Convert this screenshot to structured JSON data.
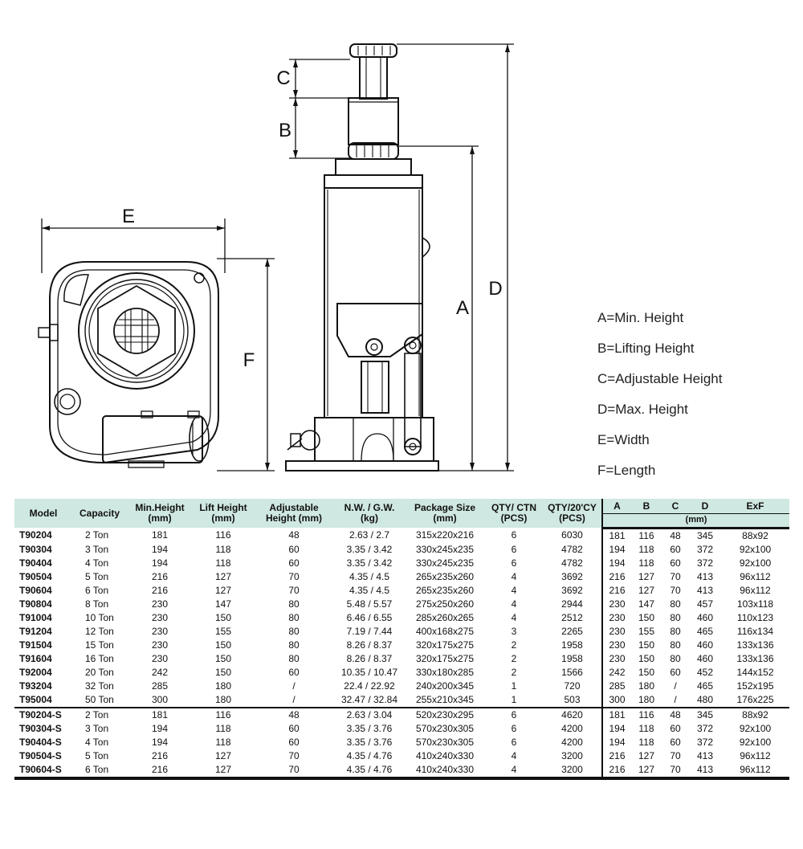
{
  "diagram": {
    "labels": {
      "A": "A",
      "B": "B",
      "C": "C",
      "D": "D",
      "E": "E",
      "F": "F"
    }
  },
  "legend": [
    "A=Min. Height",
    "B=Lifting Height",
    "C=Adjustable Height",
    "D=Max. Height",
    "E=Width",
    "F=Length"
  ],
  "table": {
    "headers": {
      "model": "Model",
      "capacity": "Capacity",
      "min_height": [
        "Min.Height",
        "(mm)"
      ],
      "lift_height": [
        "Lift Height",
        "(mm)"
      ],
      "adjustable": [
        "Adjustable",
        "Height (mm)"
      ],
      "weight": [
        "N.W. / G.W.",
        "(kg)"
      ],
      "package": [
        "Package Size",
        "(mm)"
      ],
      "qty_ctn": [
        "QTY/ CTN",
        "(PCS)"
      ],
      "qty_cy": [
        "QTY/20'CY",
        "(PCS)"
      ],
      "A": "A",
      "B": "B",
      "C": "C",
      "D": "D",
      "ExF": "ExF",
      "mm": "(mm)"
    },
    "groups": [
      [
        [
          "T90204",
          "2 Ton",
          "181",
          "116",
          "48",
          "2.63 / 2.7",
          "315x220x216",
          "6",
          "6030",
          "181",
          "116",
          "48",
          "345",
          "88x92"
        ],
        [
          "T90304",
          "3 Ton",
          "194",
          "118",
          "60",
          "3.35 / 3.42",
          "330x245x235",
          "6",
          "4782",
          "194",
          "118",
          "60",
          "372",
          "92x100"
        ],
        [
          "T90404",
          "4 Ton",
          "194",
          "118",
          "60",
          "3.35 / 3.42",
          "330x245x235",
          "6",
          "4782",
          "194",
          "118",
          "60",
          "372",
          "92x100"
        ],
        [
          "T90504",
          "5 Ton",
          "216",
          "127",
          "70",
          "4.35 / 4.5",
          "265x235x260",
          "4",
          "3692",
          "216",
          "127",
          "70",
          "413",
          "96x112"
        ],
        [
          "T90604",
          "6 Ton",
          "216",
          "127",
          "70",
          "4.35 / 4.5",
          "265x235x260",
          "4",
          "3692",
          "216",
          "127",
          "70",
          "413",
          "96x112"
        ],
        [
          "T90804",
          "8 Ton",
          "230",
          "147",
          "80",
          "5.48 / 5.57",
          "275x250x260",
          "4",
          "2944",
          "230",
          "147",
          "80",
          "457",
          "103x118"
        ],
        [
          "T91004",
          "10 Ton",
          "230",
          "150",
          "80",
          "6.46 / 6.55",
          "285x260x265",
          "4",
          "2512",
          "230",
          "150",
          "80",
          "460",
          "110x123"
        ],
        [
          "T91204",
          "12 Ton",
          "230",
          "155",
          "80",
          "7.19 / 7.44",
          "400x168x275",
          "3",
          "2265",
          "230",
          "155",
          "80",
          "465",
          "116x134"
        ],
        [
          "T91504",
          "15 Ton",
          "230",
          "150",
          "80",
          "8.26 / 8.37",
          "320x175x275",
          "2",
          "1958",
          "230",
          "150",
          "80",
          "460",
          "133x136"
        ],
        [
          "T91604",
          "16 Ton",
          "230",
          "150",
          "80",
          "8.26 / 8.37",
          "320x175x275",
          "2",
          "1958",
          "230",
          "150",
          "80",
          "460",
          "133x136"
        ],
        [
          "T92004",
          "20 Ton",
          "242",
          "150",
          "60",
          "10.35 / 10.47",
          "330x180x285",
          "2",
          "1566",
          "242",
          "150",
          "60",
          "452",
          "144x152"
        ],
        [
          "T93204",
          "32 Ton",
          "285",
          "180",
          "/",
          "22.4 / 22.92",
          "240x200x345",
          "1",
          "720",
          "285",
          "180",
          "/",
          "465",
          "152x195"
        ],
        [
          "T95004",
          "50 Ton",
          "300",
          "180",
          "/",
          "32.47 / 32.84",
          "255x210x345",
          "1",
          "503",
          "300",
          "180",
          "/",
          "480",
          "176x225"
        ]
      ],
      [
        [
          "T90204-S",
          "2 Ton",
          "181",
          "116",
          "48",
          "2.63 / 3.04",
          "520x230x295",
          "6",
          "4620",
          "181",
          "116",
          "48",
          "345",
          "88x92"
        ],
        [
          "T90304-S",
          "3 Ton",
          "194",
          "118",
          "60",
          "3.35 / 3.76",
          "570x230x305",
          "6",
          "4200",
          "194",
          "118",
          "60",
          "372",
          "92x100"
        ],
        [
          "T90404-S",
          "4 Ton",
          "194",
          "118",
          "60",
          "3.35 / 3.76",
          "570x230x305",
          "6",
          "4200",
          "194",
          "118",
          "60",
          "372",
          "92x100"
        ],
        [
          "T90504-S",
          "5 Ton",
          "216",
          "127",
          "70",
          "4.35 / 4.76",
          "410x240x330",
          "4",
          "3200",
          "216",
          "127",
          "70",
          "413",
          "96x112"
        ],
        [
          "T90604-S",
          "6 Ton",
          "216",
          "127",
          "70",
          "4.35 / 4.76",
          "410x240x330",
          "4",
          "3200",
          "216",
          "127",
          "70",
          "413",
          "96x112"
        ]
      ]
    ]
  }
}
